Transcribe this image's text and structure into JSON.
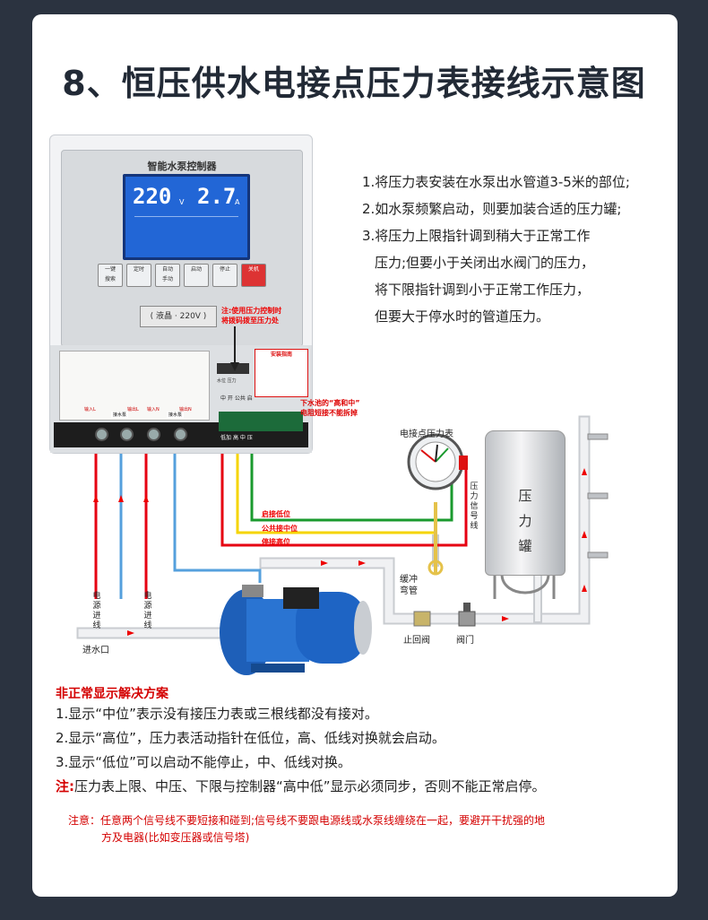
{
  "title": "8、恒压供水电接点压力表接线示意图",
  "steps": [
    "1.将压力表安装在水泵出水管道3-5米的部位;",
    "2.如水泵频繁启动，则要加装合适的压力罐;",
    "3.将压力上限指针调到稍大于正常工作",
    "压力;但要小于关闭出水阀门的压力，",
    "将下限指针调到小于正常工作压力，",
    "但要大于停水时的管道压力。"
  ],
  "controller": {
    "panel_title": "智能水泵控制器",
    "lcd_voltage": "220",
    "lcd_voltage_unit": "V",
    "lcd_current": "2.7",
    "lcd_current_unit": "A",
    "buttons": [
      {
        "top": "一键",
        "bottom": "搜索"
      },
      {
        "top": "",
        "bottom": "定时"
      },
      {
        "top": "自动",
        "bottom": "手动"
      },
      {
        "top": "",
        "bottom": "启动"
      },
      {
        "top": "",
        "bottom": "停止"
      },
      {
        "top": "",
        "bottom": "关机"
      }
    ],
    "display_tag": "( 液晶 · 220V )",
    "overlay_note": [
      "注:使用压力控制时",
      "将拨码拨至压力处"
    ],
    "install_guide_title": "安装指南",
    "switch_labels": [
      "水位",
      "压力"
    ],
    "terminal_labels": [
      "中 开 公共",
      "启"
    ],
    "bottom_terminals": [
      "输入L",
      "输出L",
      "输入N",
      "输出N"
    ],
    "box_labels": [
      "接水泵",
      "接水泵"
    ],
    "float_labels": [
      "低加",
      "高",
      "中",
      "压"
    ],
    "jumper_note": [
      "下水池的“高和中”",
      "电阻短接不能拆掉"
    ]
  },
  "gauge_label": "电接点压力表",
  "signal_label": "压力信号线",
  "tank_label": "压力罐",
  "wires": {
    "low": "启接低位",
    "common": "公共接中位",
    "high": "停接高位"
  },
  "power_in_1": "电源进线",
  "power_in_2": "电源进线",
  "buffer_pipe": "缓冲弯管",
  "inlet": "进水口",
  "check_valve": "止回阀",
  "valve": "阀门",
  "abnormal": {
    "heading": "非正常显示解决方案",
    "items": [
      "1.显示“中位”表示没有接压力表或三根线都没有接对。",
      "2.显示“高位”，压力表活动指针在低位，高、低线对换就会启动。",
      "3.显示“低位”可以启动不能停止，中、低线对换。"
    ],
    "note_prefix": "注:",
    "note_text": "压力表上限、中压、下限与控制器“高中低”显示必须同步，否则不能正常启停。"
  },
  "caution": {
    "line1": "注意：任意两个信号线不要短接和碰到;信号线不要跟电源线或水泵线缠绕在一起，要避开干扰强的地",
    "line2": "方及电器(比如变压器或信号塔)"
  },
  "colors": {
    "background": "#2b3340",
    "card": "#ffffff",
    "accent_red": "#d40000",
    "lcd_blue": "#2266d6",
    "wire_red": "#e60012",
    "wire_yellow": "#f5d400",
    "wire_green": "#1a9a2e",
    "wire_blue": "#55a0dd"
  }
}
